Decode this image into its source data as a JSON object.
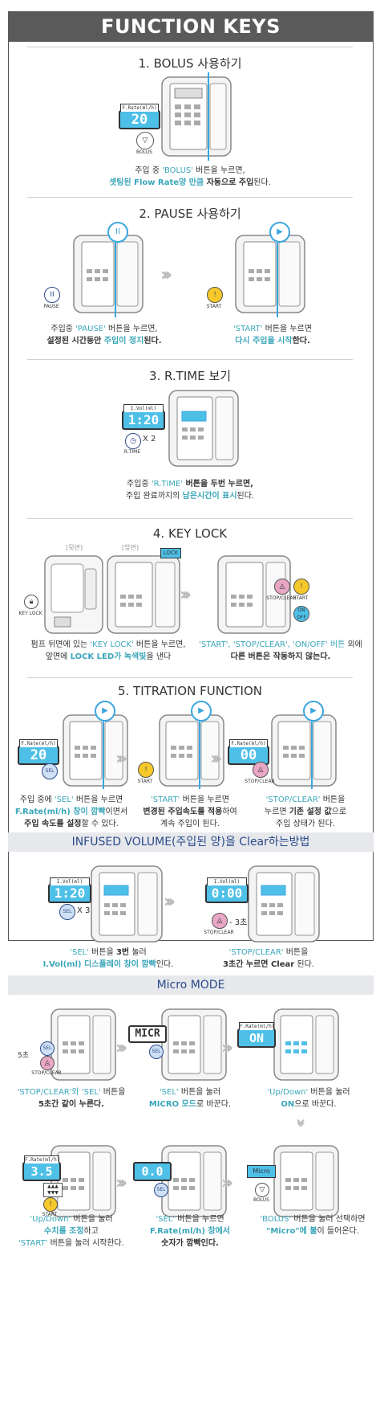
{
  "header": {
    "title": "FUNCTION KEYS"
  },
  "sections": {
    "bolus": {
      "title": "1. BOLUS 사용하기",
      "lcd_label": "F.Rate(ml/h)",
      "lcd": "20",
      "button": "BOLUS",
      "cap1_a": "주입 중 ",
      "cap1_b": "'BOLUS'",
      "cap1_c": " 버튼을 누르면,",
      "cap2_a": "셋팅된 Flow Rate양 만큼",
      "cap2_b": " 자동으로 주입",
      "cap2_c": "된다."
    },
    "pause": {
      "title": "2. PAUSE 사용하기",
      "btn_pause": "PAUSE",
      "btn_start": "START",
      "left_1a": "주입중 ",
      "left_1b": "'PAUSE'",
      "left_1c": " 버튼을 누르면,",
      "left_2a": "설정된 시간동안 ",
      "left_2b": "주입이 정지",
      "left_2c": "된다.",
      "right_1a": "'START'",
      "right_1b": " 버튼을 누르면",
      "right_2a": "다시 주입을 시작",
      "right_2b": "한다."
    },
    "rtime": {
      "title": "3.  R.TIME 보기",
      "lcd_label": "I.Vol(ml)",
      "lcd": "1:20",
      "button": "R.TIME",
      "times": "X 2",
      "cap1_a": "주입중 ",
      "cap1_b": "'R.TIME'",
      "cap1_c": " 버튼을 두번 누르면,",
      "cap2_a": "주입 완료까지의 ",
      "cap2_b": "남은시간이 표시",
      "cap2_c": "된다."
    },
    "keylock": {
      "title": "4. KEY LOCK",
      "back": "[뒷면]",
      "front": "[앞면]",
      "lock": "LOCK",
      "keylock_label": "KEY LOCK",
      "stop": "STOP/CLEAR",
      "start": "START",
      "onoff": "ON OFF",
      "left_1a": "펌프 뒤면에 있는 ",
      "left_1b": "'KEY LOCK'",
      "left_1c": " 버튼을 누르면,",
      "left_2a": "앞면에 ",
      "left_2b": "LOCK LED가 녹색빛",
      "left_2c": "을 낸다",
      "right_1a": "'START', 'STOP/CLEAR', 'ON/OFF' 버튼",
      "right_1b": " 외에",
      "right_2": "다른 버튼은 작동하지 않는다."
    },
    "titration": {
      "title": "5. TITRATION FUNCTION",
      "lcd_label": "F.Rate(ml/h)",
      "lcd1": "20",
      "lcd3": "00",
      "sel": "SEL",
      "start": "START",
      "stop": "STOP/CLEAR",
      "c1_1a": "주입 중에 ",
      "c1_1b": "'SEL'",
      "c1_1c": " 버튼을 누르면",
      "c1_2": "F.Rate(ml/h) 창이 깜빡",
      "c1_2b": "이면서",
      "c1_3a": "주입 속도를 설정",
      "c1_3b": "할 수 있다.",
      "c2_1a": "'START'",
      "c2_1b": " 버튼을 누르면",
      "c2_2a": "변경된 주입속도를 적용",
      "c2_2b": "하여",
      "c2_3": "계속 주입이 된다.",
      "c3_1": "'STOP/CLEAR'",
      "c3_1b": " 버튼을",
      "c3_2a": "누르면 ",
      "c3_2b": "기존 설정 값",
      "c3_2c": "으로",
      "c3_3": "주입 상태가 된다."
    }
  },
  "infused": {
    "title": "INFUSED VOLUME(주입된 양)을 Clear하는방법",
    "lcd_label": "I.Vol(ml)",
    "lcd1": "1:20",
    "lcd2": "0:00",
    "sel": "SEL",
    "times": "X 3",
    "stop": "STOP/CLEAR",
    "secs": "- 3초",
    "l_1a": "'SEL'",
    "l_1b": " 버튼을 ",
    "l_1c": "3번",
    "l_1d": " 눌러",
    "l_2a": "I.Vol(ml) 디스플레이 창이 깜빡",
    "l_2b": "인다.",
    "r_1a": "'STOP/CLEAR'",
    "r_1b": " 버튼을",
    "r_2a": "3초간 누르면 Clear",
    "r_2b": " 된다."
  },
  "micro": {
    "title": "Micro MODE",
    "secs": "5초",
    "sel": "SEL",
    "stop": "STOP/CLEAR",
    "start": "START",
    "bolus": "BOLUS",
    "lcd_label": "F.Rate(ml/h)",
    "lcd_mcr": "MICR",
    "lcd_on": "ON",
    "lcd_35": "3.5",
    "lcd_00": "0.0",
    "micro_tag": "Micro",
    "a_1a": "'STOP/CLEAR'와 'SEL'",
    "a_1b": " 버튼을",
    "a_2": "5초간 같이 누른다.",
    "b_1a": "'SEL'",
    "b_1b": " 버튼을 눌러",
    "b_2a": "MICRO 모드",
    "b_2b": "로 바꾼다.",
    "c_1a": "'Up/Down'",
    "c_1b": " 버튼을 눌러",
    "c_2a": "ON",
    "c_2b": "으로 바꾼다.",
    "d_1a": "'Up/Down'",
    "d_1b": " 버튼을 눌러",
    "d_2a": "수치를 조정",
    "d_2b": "하고",
    "d_3a": "'START'",
    "d_3b": " 버튼을 눌러 시작한다.",
    "e_1a": "'SEL'",
    "e_1b": " 버튼을 누르면",
    "e_2": "F.Rate(ml/h) 창에서",
    "e_3": "숫자가 깜빡인다.",
    "f_1a": "'BOLUS'",
    "f_1b": " 버튼을 눌러 선택하면",
    "f_2a": "\"Micro\"에 불",
    "f_2b": "이 들어온다."
  },
  "colors": {
    "teal": "#3aa6b9",
    "lcd": "#4ec0e8",
    "navy": "#2b4a8a",
    "header": "#5a5a5a"
  }
}
